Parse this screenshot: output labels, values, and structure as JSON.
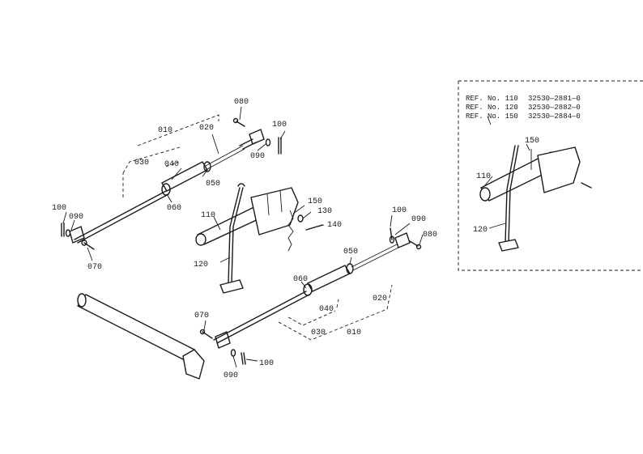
{
  "callouts": {
    "top_010": "010",
    "top_020": "020",
    "top_030": "030",
    "top_040": "040",
    "top_050": "050",
    "top_060": "060",
    "top_070": "070",
    "top_080": "080",
    "top_090a": "090",
    "top_090b": "090",
    "top_100a": "100",
    "top_100b": "100",
    "mid_110": "110",
    "mid_120": "120",
    "mid_130": "130",
    "mid_140": "140",
    "mid_150": "150",
    "bot_010": "010",
    "bot_020": "020",
    "bot_030": "030",
    "bot_040": "040",
    "bot_050": "050",
    "bot_060": "060",
    "bot_070": "070",
    "bot_080": "080",
    "bot_090a": "090",
    "bot_090b": "090",
    "bot_100a": "100",
    "bot_100b": "100",
    "inset_110": "110",
    "inset_120": "120",
    "inset_150": "150"
  },
  "reference_table": [
    {
      "label": "REF. No. 110",
      "number": "32530—2881—0"
    },
    {
      "label": "REF. No. 120",
      "number": "32530—2882—0"
    },
    {
      "label": "REF. No. 150",
      "number": "32530—2884—0"
    }
  ]
}
